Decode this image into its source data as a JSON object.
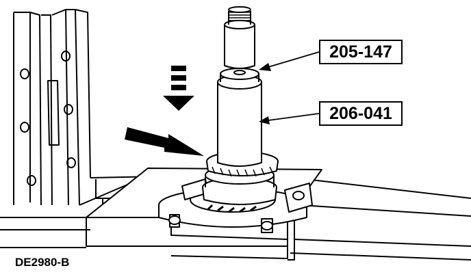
{
  "callouts": [
    {
      "label": "205-147"
    },
    {
      "label": "206-041"
    }
  ],
  "figure_id": "DE2980-B",
  "colors": {
    "ink": "#000000",
    "paper": "#ffffff",
    "shade": "#e6e6e6"
  }
}
